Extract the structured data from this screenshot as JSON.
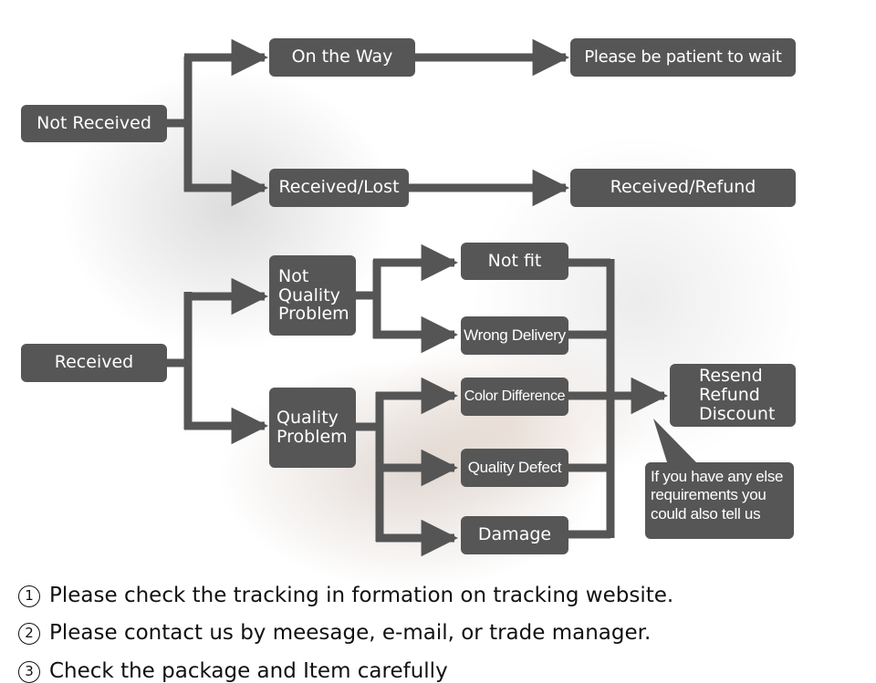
{
  "boxes": {
    "not_received": "Not Received",
    "on_the_way": "On the Way",
    "patient": "Please be patient to wait",
    "received_lost": "Received/Lost",
    "received_refund": "Received/Refund",
    "received": "Received",
    "not_quality_problem": "Not\nQuality\nProblem",
    "quality_problem": "Quality\nProblem",
    "not_fit": "Not fit",
    "wrong_delivery": "Wrong Delivery",
    "color_difference": "Color Difference",
    "quality_defect": "Quality Defect",
    "damage": "Damage",
    "resolution": "Resend\nRefund\nDiscount",
    "note": "If you have any else requirements you could also tell us"
  },
  "instructions": [
    {
      "num": "1",
      "text": "Please check the tracking in formation on tracking website."
    },
    {
      "num": "2",
      "text": "Please contact us by meesage, e-mail, or trade manager."
    },
    {
      "num": "3",
      "text": "Check the package and Item  carefully"
    }
  ],
  "colors": {
    "box": "#565656",
    "connector": "#555555",
    "text": "#ffffff"
  }
}
